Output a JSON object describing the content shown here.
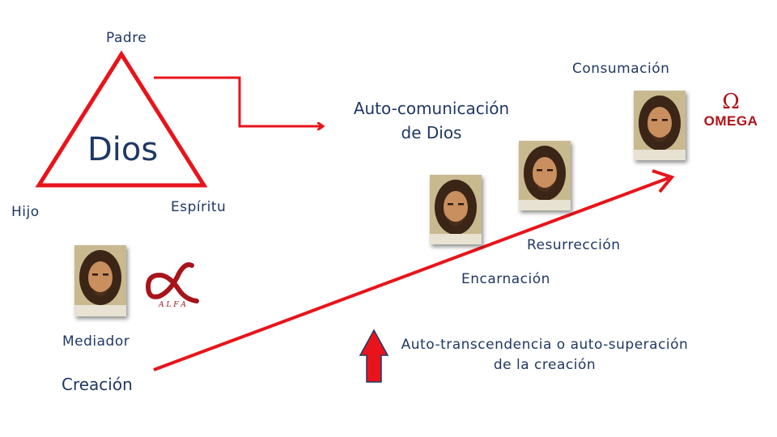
{
  "trinity": {
    "center": "Dios",
    "top": "Padre",
    "left": "Hijo",
    "right": "Espíritu"
  },
  "self_communication": "Auto-comunicación\nde Dios",
  "stages": {
    "consummation": "Consumación",
    "resurrection": "Resurrección",
    "incarnation": "Encarnación",
    "mediator": "Mediador",
    "creation": "Creación"
  },
  "transcendence": "Auto-transcendencia o auto-superación\nde la creación",
  "logos": {
    "omega_symbol": "Ω",
    "omega_text": "OMEGA",
    "alpha_symbol": "α",
    "alpha_text": "A L F A"
  },
  "colors": {
    "red": "#e8141b",
    "text": "#1f3864"
  }
}
